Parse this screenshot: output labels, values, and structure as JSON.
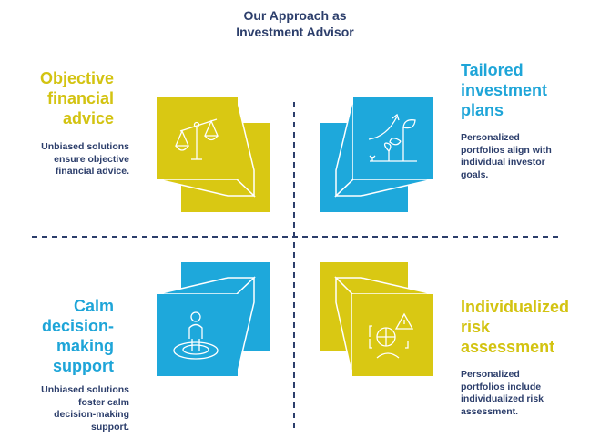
{
  "title": {
    "line1": "Our Approach as",
    "line2": "Investment Advisor"
  },
  "colors": {
    "yellow": "#d9c813",
    "blue": "#1ea8db",
    "navy": "#2c3e6b"
  },
  "quadrants": [
    {
      "heading": [
        "Objective",
        "financial",
        "advice"
      ],
      "description": [
        "Unbiased solutions",
        "ensure objective",
        "financial advice."
      ],
      "icon": "balance-scale-icon"
    },
    {
      "heading": [
        "Tailored",
        "investment",
        "plans"
      ],
      "description": [
        "Personalized",
        "portfolios align with",
        "individual investor",
        "goals."
      ],
      "icon": "growing-plant-icon"
    },
    {
      "heading": [
        "Calm",
        "decision-",
        "making",
        "support"
      ],
      "description": [
        "Unbiased solutions",
        "foster calm",
        "decision-making",
        "support."
      ],
      "icon": "calm-person-icon"
    },
    {
      "heading": [
        "Individualized",
        "risk",
        "assessment"
      ],
      "description": [
        "Personalized",
        "portfolios include",
        "individualized risk",
        "assessment."
      ],
      "icon": "risk-assessment-icon"
    }
  ]
}
